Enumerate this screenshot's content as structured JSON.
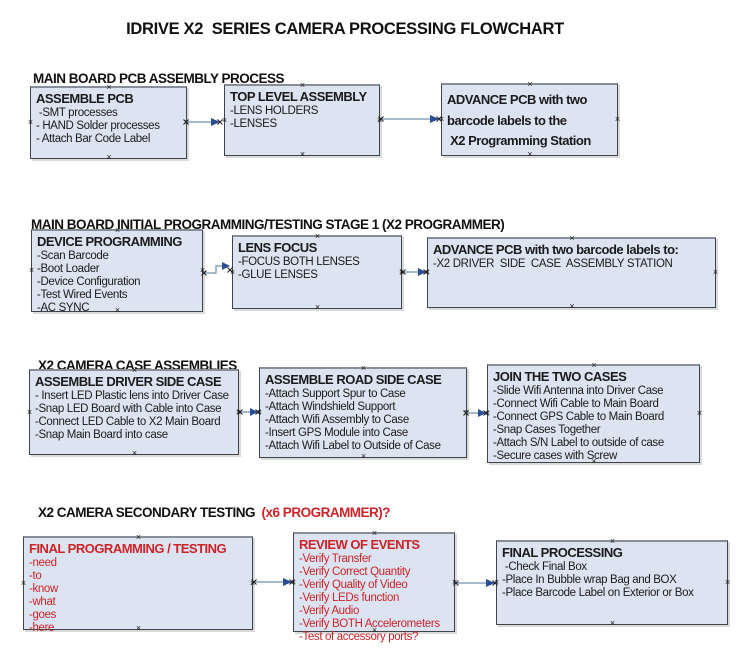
{
  "page": {
    "title": "IDRIVE X2  SERIES CAMERA PROCESSING FLOWCHART"
  },
  "glyphs": {
    "handle": "×"
  },
  "colors": {
    "box_fill": "#dce4f1",
    "box_border": "#3f434b",
    "red_text": "#cc2428",
    "arrow_line": "#7291b5",
    "arrow_head": "#2b4d94"
  },
  "sections": [
    {
      "header": "MAIN BOARD PCB ASSEMBLY PROCESS",
      "boxes": [
        {
          "title": "ASSEMBLE PCB",
          "lines": [
            " -SMT processes",
            "- HAND Solder processes",
            "- Attach Bar Code Label"
          ]
        },
        {
          "title": "TOP LEVEL ASSEMBLY",
          "lines": [
            "-LENS HOLDERS",
            "-LENSES"
          ]
        },
        {
          "title": "ADVANCE PCB with two",
          "lines": [
            "barcode labels to the",
            " X2 Programming Station"
          ]
        }
      ]
    },
    {
      "header": "MAIN BOARD INITIAL PROGRAMMING/TESTING STAGE 1 (X2 PROGRAMMER)",
      "boxes": [
        {
          "title": "DEVICE PROGRAMMING",
          "lines": [
            "-Scan Barcode",
            "-Boot Loader",
            "-Device Configuration",
            "-Test Wired Events",
            "-AC SYNC"
          ]
        },
        {
          "title": "LENS FOCUS",
          "lines": [
            "-FOCUS BOTH LENSES",
            "-GLUE LENSES"
          ]
        },
        {
          "title": "ADVANCE PCB with two barcode labels to:",
          "lines": [
            "-X2 DRIVER  SIDE  CASE  ASSEMBLY STATION"
          ]
        }
      ]
    },
    {
      "header": "X2 CAMERA CASE ASSEMBLIES",
      "boxes": [
        {
          "title": "ASSEMBLE DRIVER SIDE CASE",
          "lines": [
            "- Insert LED Plastic lens into Driver Case",
            "-Snap LED Board with Cable into Case",
            "-Connect LED Cable to X2 Main Board",
            "-Snap Main Board into case"
          ]
        },
        {
          "title": "ASSEMBLE ROAD SIDE CASE",
          "lines": [
            "-Attach Support Spur to Case",
            "-Attach Windshield Support",
            "-Attach Wifi Assembly to Case",
            "-Insert GPS Module into Case",
            "-Attach Wifi Label to Outside of Case"
          ]
        },
        {
          "title": "JOIN THE TWO CASES",
          "lines": [
            "-Slide Wifi Antenna into Driver Case",
            "-Connect Wifi Cable to Main Board",
            "-Connect GPS Cable to Main Board",
            "-Snap Cases Together",
            "-Attach S/N Label to outside of case",
            "-Secure cases with Screw"
          ]
        }
      ]
    },
    {
      "header": "X2 CAMERA SECONDARY TESTING ",
      "header_red": " (x6 PROGRAMMER)?",
      "boxes": [
        {
          "title": "FINAL PROGRAMMING / TESTING",
          "lines": [
            "-need",
            "-to",
            "-know",
            "-what",
            "-goes",
            "-here"
          ]
        },
        {
          "title": "REVIEW OF EVENTS",
          "lines": [
            "-Verify Transfer",
            "-Verify Correct Quantity",
            "-Verify Quality of Video",
            "-Verify LEDs function",
            "-Verify Audio",
            "-Verify BOTH Accelerometers",
            "-Test of accessory ports?"
          ]
        },
        {
          "title": "FINAL PROCESSING",
          "lines": [
            " -Check Final Box",
            "-Place In Bubble wrap Bag and BOX",
            "-Place Barcode Label on Exterior or Box"
          ]
        }
      ]
    }
  ],
  "connectors": [
    {
      "from": "ASSEMBLE PCB",
      "to": "TOP LEVEL ASSEMBLY"
    },
    {
      "from": "TOP LEVEL ASSEMBLY",
      "to": "ADVANCE PCB with two barcode labels to the X2 Programming Station"
    },
    {
      "from": "DEVICE PROGRAMMING",
      "to": "LENS FOCUS"
    },
    {
      "from": "LENS FOCUS",
      "to": "ADVANCE PCB with two barcode labels to: X2 DRIVER SIDE CASE ASSEMBLY STATION"
    },
    {
      "from": "ASSEMBLE DRIVER SIDE CASE",
      "to": "ASSEMBLE ROAD SIDE CASE"
    },
    {
      "from": "ASSEMBLE ROAD SIDE CASE",
      "to": "JOIN THE TWO CASES"
    },
    {
      "from": "FINAL PROGRAMMING / TESTING",
      "to": "REVIEW OF EVENTS"
    },
    {
      "from": "REVIEW OF EVENTS",
      "to": "FINAL PROCESSING"
    }
  ]
}
